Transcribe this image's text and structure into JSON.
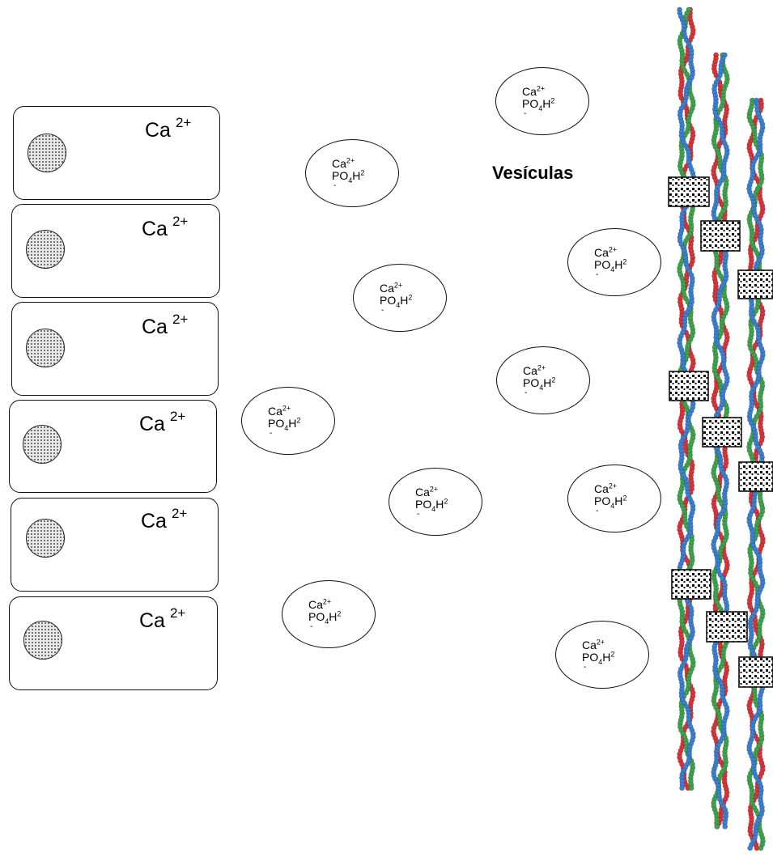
{
  "label": "Vesículas",
  "cells": [
    {
      "ion": "Ca",
      "charge": "2+"
    },
    {
      "ion": "Ca",
      "charge": "2+"
    },
    {
      "ion": "Ca",
      "charge": "2+"
    },
    {
      "ion": "Ca",
      "charge": "2+"
    },
    {
      "ion": "Ca",
      "charge": "2+"
    },
    {
      "ion": "Ca",
      "charge": "2+"
    }
  ],
  "vesicle": {
    "ca": "Ca",
    "ca_charge": "2+",
    "po_a": "PO",
    "po_sub": "4",
    "po_b": "H",
    "po_sup": "2",
    "minus": "-"
  },
  "colors": {
    "strand_red": "#d8343a",
    "strand_green": "#3fa34d",
    "strand_blue": "#3b7fd0",
    "outline": "#111111"
  }
}
